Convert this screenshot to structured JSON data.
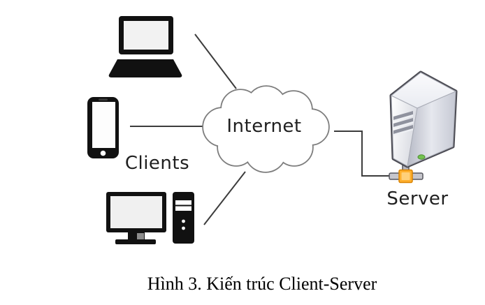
{
  "figure": {
    "type": "network-architecture-diagram",
    "labels": {
      "internet": "Internet",
      "clients": "Clients",
      "server": "Server"
    },
    "caption": "Hình 3. Kiến trúc Client-Server",
    "nodes": [
      {
        "id": "laptop",
        "icon": "laptop-icon",
        "group": "Clients"
      },
      {
        "id": "smartphone",
        "icon": "smartphone-icon",
        "group": "Clients"
      },
      {
        "id": "desktop-computer",
        "icon": "desktop-computer-icon",
        "group": "Clients"
      },
      {
        "id": "internet-cloud",
        "icon": "cloud-icon",
        "label": "Internet"
      },
      {
        "id": "server",
        "icon": "server-tower-icon",
        "label": "Server"
      }
    ],
    "connections": [
      {
        "from": "laptop",
        "to": "internet-cloud"
      },
      {
        "from": "smartphone",
        "to": "internet-cloud"
      },
      {
        "from": "desktop-computer",
        "to": "internet-cloud"
      },
      {
        "from": "internet-cloud",
        "to": "server"
      }
    ],
    "colors": {
      "background": "#ffffff",
      "device_black": "#111111",
      "device_screen": "#f2f2f2",
      "connection_line": "#3c3c3c",
      "cloud_outline": "#7d7d7d",
      "server_outline": "#4c4c54",
      "server_vent_gray": "#8f929e",
      "connector_orange": "#ffb02e",
      "led_green": "#72c14e",
      "label_text": "#1f1f1f",
      "caption_text": "#000000"
    }
  }
}
